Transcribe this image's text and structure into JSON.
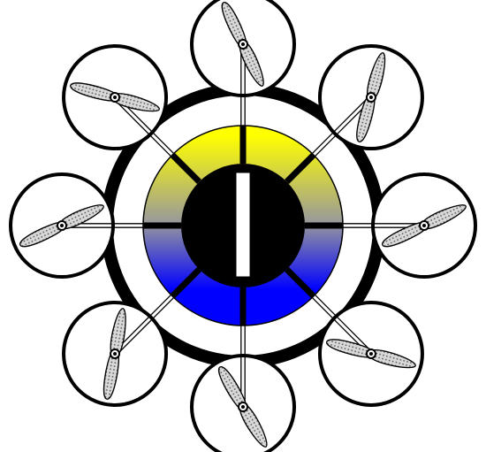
{
  "diagram": {
    "kind": "octocopter-top-view",
    "rotor_count": 8,
    "colors": {
      "background": "#ffffff",
      "outline": "#000000",
      "hub_top": "#ffff00",
      "hub_bottom": "#0000ff",
      "hub_mid": "#9a9a9a",
      "core": "#000000",
      "bar": "#ffffff",
      "blade_fill": "#d9d9d9",
      "blade_dots": "#555555"
    },
    "rotors": [
      {
        "id": "north",
        "blade_angle_deg": 65
      },
      {
        "id": "north-east",
        "blade_angle_deg": -75
      },
      {
        "id": "east",
        "blade_angle_deg": -25
      },
      {
        "id": "south-east",
        "blade_angle_deg": 15
      },
      {
        "id": "south",
        "blade_angle_deg": 60
      },
      {
        "id": "south-west",
        "blade_angle_deg": -80
      },
      {
        "id": "west",
        "blade_angle_deg": -25
      },
      {
        "id": "north-west",
        "blade_angle_deg": 15
      }
    ]
  }
}
